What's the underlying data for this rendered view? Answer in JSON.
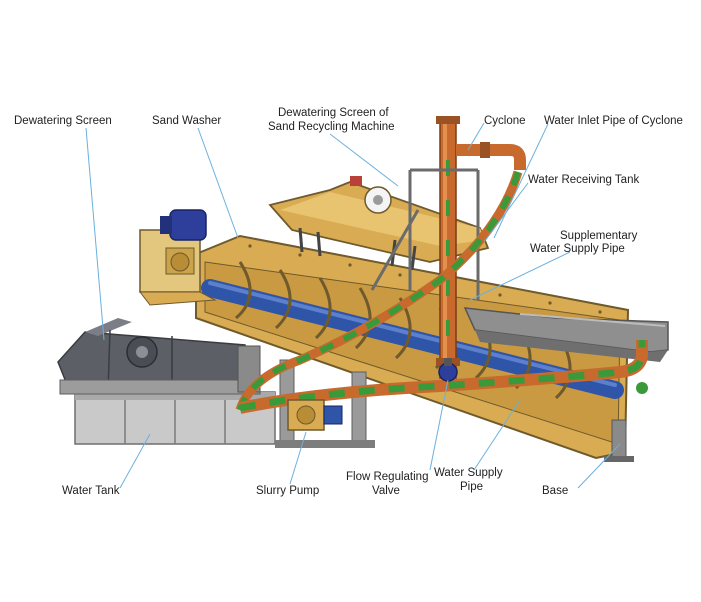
{
  "labels": {
    "dewatering_screen": "Dewatering Screen",
    "sand_washer": "Sand Washer",
    "dewatering_screen_recycling_line1": "Dewatering Screen of",
    "dewatering_screen_recycling_line2": "Sand Recycling Machine",
    "cyclone": "Cyclone",
    "water_inlet_pipe": "Water Inlet Pipe of Cyclone",
    "water_receiving_tank": "Water Receiving Tank",
    "supplementary_line1": "Supplementary",
    "supplementary_line2": "Water Supply Pipe",
    "water_tank": "Water Tank",
    "slurry_pump": "Slurry Pump",
    "flow_valve_line1": "Flow Regulating",
    "flow_valve_line2": "Valve",
    "water_supply_line1": "Water Supply",
    "water_supply_line2": "Pipe",
    "base": "Base"
  },
  "colors": {
    "frame_yellow": "#d9ab52",
    "frame_dark": "#6e5a2c",
    "screw_blue": "#2f55a8",
    "pipe_orange": "#c86a2e",
    "pipe_green": "#3a9a3a",
    "steel_gray": "#9a9a9a",
    "leader_blue": "#6ab0de"
  }
}
